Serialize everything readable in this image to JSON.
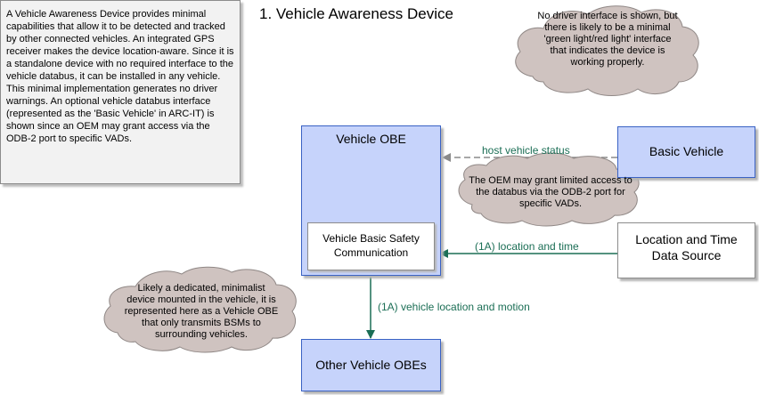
{
  "title": "1. Vehicle Awareness Device",
  "description": "A Vehicle Awareness Device provides minimal capabilities that allow it to be detected and tracked by other connected vehicles.  An integrated GPS receiver makes the device location-aware.  Since it is a standalone device with no required interface to the vehicle databus, it can be installed in any vehicle.  This minimal implementation generates no driver warnings.  An optional vehicle databus interface (represented as the 'Basic Vehicle' in ARC-IT) is shown since an OEM may grant access via the ODB-2 port to specific VADs.",
  "nodes": {
    "vehicle_obe": "Vehicle OBE",
    "basic_vehicle": "Basic Vehicle",
    "location_time_line1": "Location and Time",
    "location_time_line2": "Data Source",
    "other_obes": "Other Vehicle OBEs",
    "bsc_line1": "Vehicle Basic Safety",
    "bsc_line2": "Communication"
  },
  "flows": {
    "host_status": "host vehicle status",
    "location_time": "(1A) location and time",
    "vehicle_location_motion": "(1A) vehicle location and motion"
  },
  "notes": {
    "driver_interface": [
      "No driver interface is shown, but",
      "there is likely to be a minimal",
      "'green light/red light' interface",
      "that indicates the device is",
      "working properly."
    ],
    "oem_access": [
      "The OEM may grant limited access to",
      "the databus via the ODB-2 port for",
      "specific VADs."
    ],
    "dedicated_device": [
      "Likely a dedicated, minimalist",
      "device mounted in the vehicle, it is",
      "represented here as a Vehicle OBE",
      "that only transmits BSMs to",
      "surrounding vehicles."
    ]
  },
  "colors": {
    "node_fill": "#c6d3fb",
    "node_border": "#3a62c4",
    "flow_green": "#1b6e55",
    "cloud_fill": "#cfc3c0",
    "dashed_flow": "#8a8a8a"
  }
}
